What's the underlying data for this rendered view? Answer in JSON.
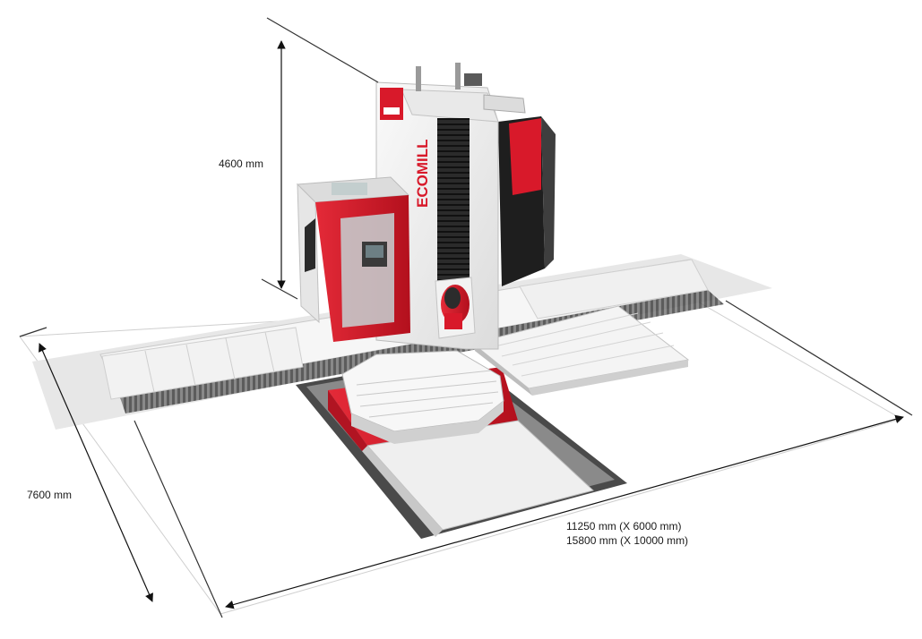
{
  "dimensions": {
    "height": "4600 mm",
    "depth": "7600 mm",
    "length_line1": "11250 mm (X 6000 mm)",
    "length_line2": "15800 mm (X 10000 mm)"
  },
  "machine": {
    "column_label": "ECOMILL"
  },
  "colors": {
    "brand_red": "#d8192a",
    "dark_grey": "#3a3a3a",
    "light_grey": "#dedede",
    "floor": "#e4e4e4"
  }
}
